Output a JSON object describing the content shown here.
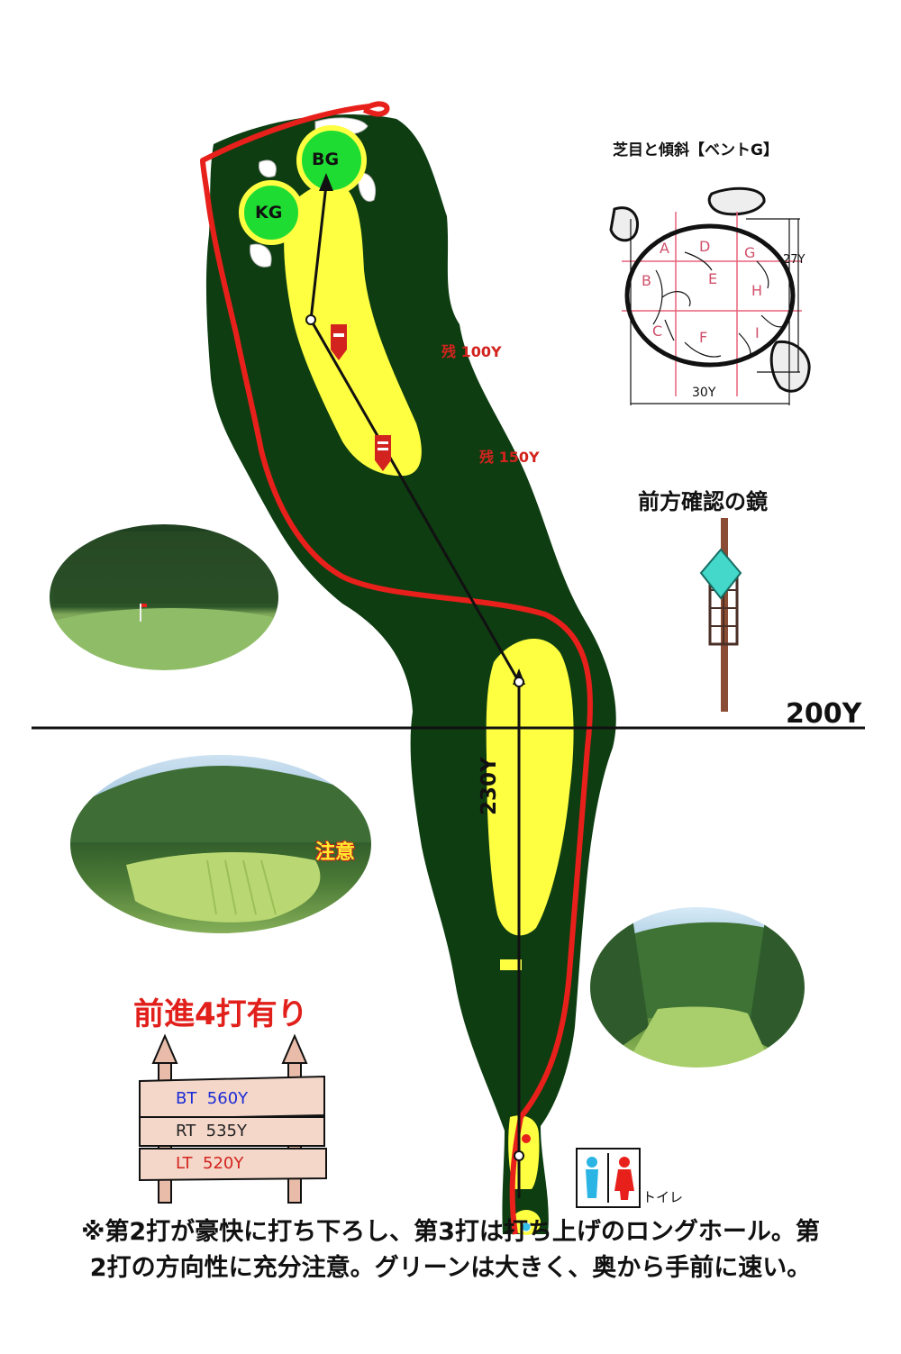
{
  "markers": {
    "big_green": "BG",
    "korai_green": "KG",
    "remain_100": "残 100Y",
    "remain_150": "残 150Y",
    "line_200": "200Y",
    "drive_230": "230Y"
  },
  "green_diagram": {
    "title": "芝目と傾斜【ベントG】",
    "sections": [
      "A",
      "B",
      "C",
      "D",
      "E",
      "F",
      "G",
      "H",
      "I"
    ],
    "depth": "27Y",
    "width": "30Y"
  },
  "mirror": {
    "title": "前方確認の鏡"
  },
  "caution": "注意",
  "forward_tee": "前進4打有り",
  "tees": [
    {
      "label": "BT  560Y",
      "color": "#1a2bd6"
    },
    {
      "label": "RT  535Y",
      "color": "#222222"
    },
    {
      "label": "LT  520Y",
      "color": "#d2231e"
    }
  ],
  "toilet": "トイレ",
  "description": [
    "※第2打が豪快に打ち下ろし、第3打は打ち上げのロングホール。第",
    "2打の方向性に充分注意。グリーンは大きく、奥から手前に速い。"
  ],
  "colors": {
    "rough": "#0e3d12",
    "fairway": "#ffff42",
    "green": "#1fdc33",
    "ob_line": "#e8201b",
    "distance_red": "#d2231e"
  }
}
